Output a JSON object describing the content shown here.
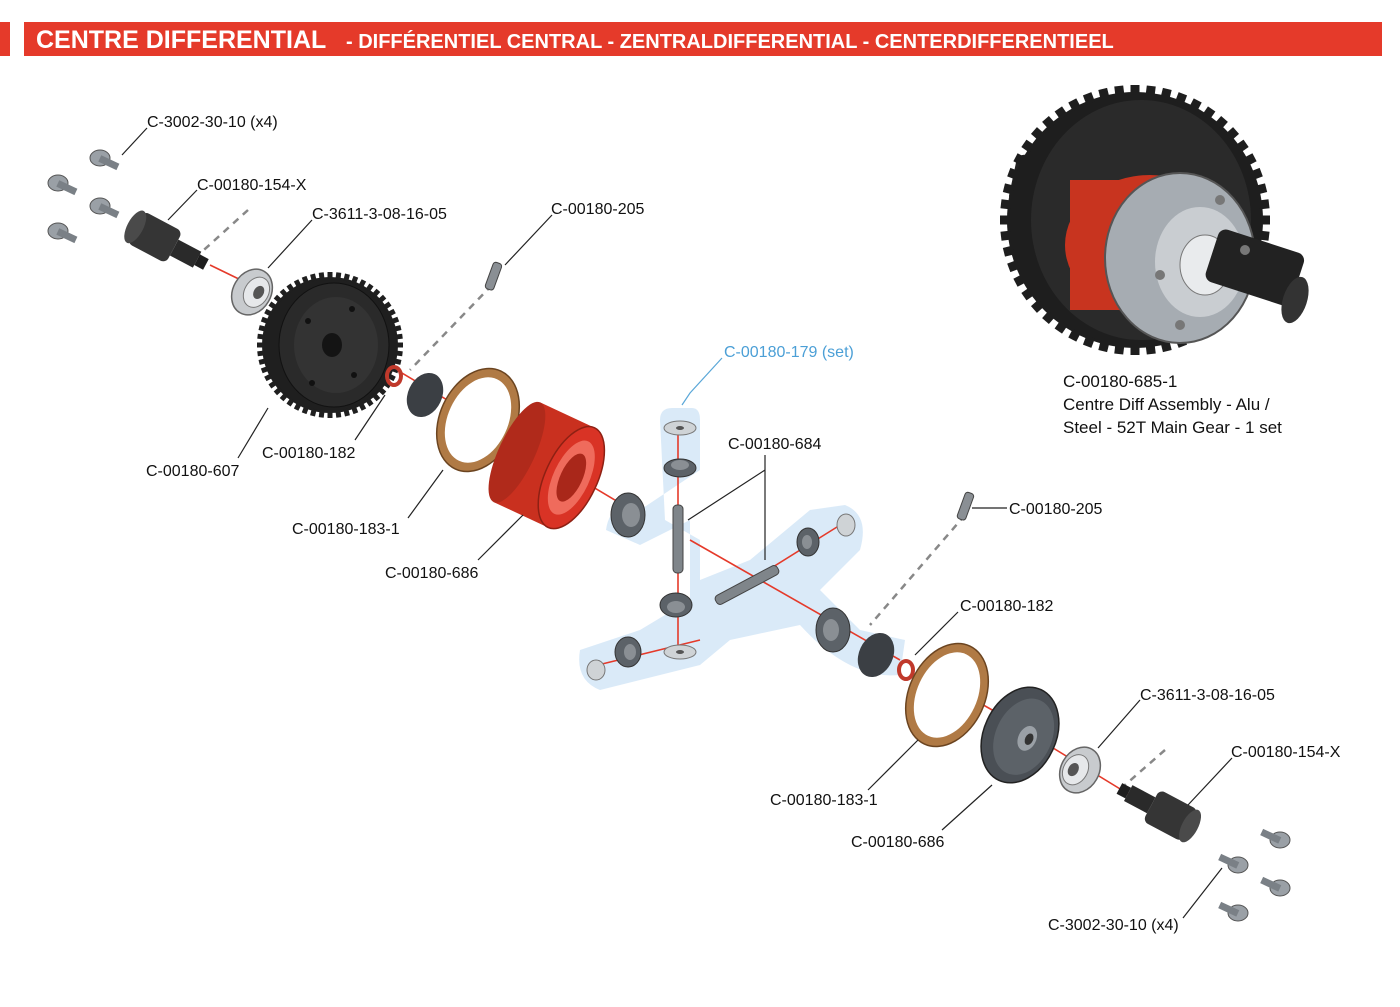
{
  "header": {
    "title": "CENTRE DIFFERENTIAL",
    "subtitle": "- DIFFÉRENTIEL CENTRAL - ZENTRALDIFFERENTIAL - CENTERDIFFERENTIEEL",
    "bar_color": "#e53a2a"
  },
  "labels": {
    "screws_left": "C-3002-30-10 (x4)",
    "outdrive_left": "C-00180-154-X",
    "bearing_left": "C-3611-3-08-16-05",
    "pin_left": "C-00180-205",
    "gear": "C-00180-607",
    "oring_left": "C-00180-182",
    "gasket_left": "C-00180-183-1",
    "case": "C-00180-686",
    "gear_set": "C-00180-179 (set)",
    "shafts": "C-00180-684",
    "pin_right": "C-00180-205",
    "oring_right": "C-00180-182",
    "bearing_right": "C-3611-3-08-16-05",
    "outdrive_right": "C-00180-154-X",
    "gasket_right": "C-00180-183-1",
    "cap": "C-00180-686",
    "screws_right": "C-3002-30-10 (x4)"
  },
  "assembly": {
    "part_number": "C-00180-685-1",
    "desc_line1": "Centre Diff Assembly - Alu /",
    "desc_line2": "Steel - 52T Main Gear - 1 set"
  },
  "colors": {
    "accent_red": "#e53a2a",
    "case_red": "#d93325",
    "gasket_brown": "#b07a45",
    "metal_grey": "#8a8f94",
    "dark_part": "#2e2e2e",
    "highlight_blue": "#d6e8f7",
    "label_blue": "#4b9fd6"
  },
  "icons": [
    "screw-icon",
    "outdrive-icon",
    "bearing-icon",
    "pin-icon",
    "gear-icon",
    "gasket-icon",
    "bevel-gear-icon",
    "shaft-icon",
    "washer-icon"
  ]
}
